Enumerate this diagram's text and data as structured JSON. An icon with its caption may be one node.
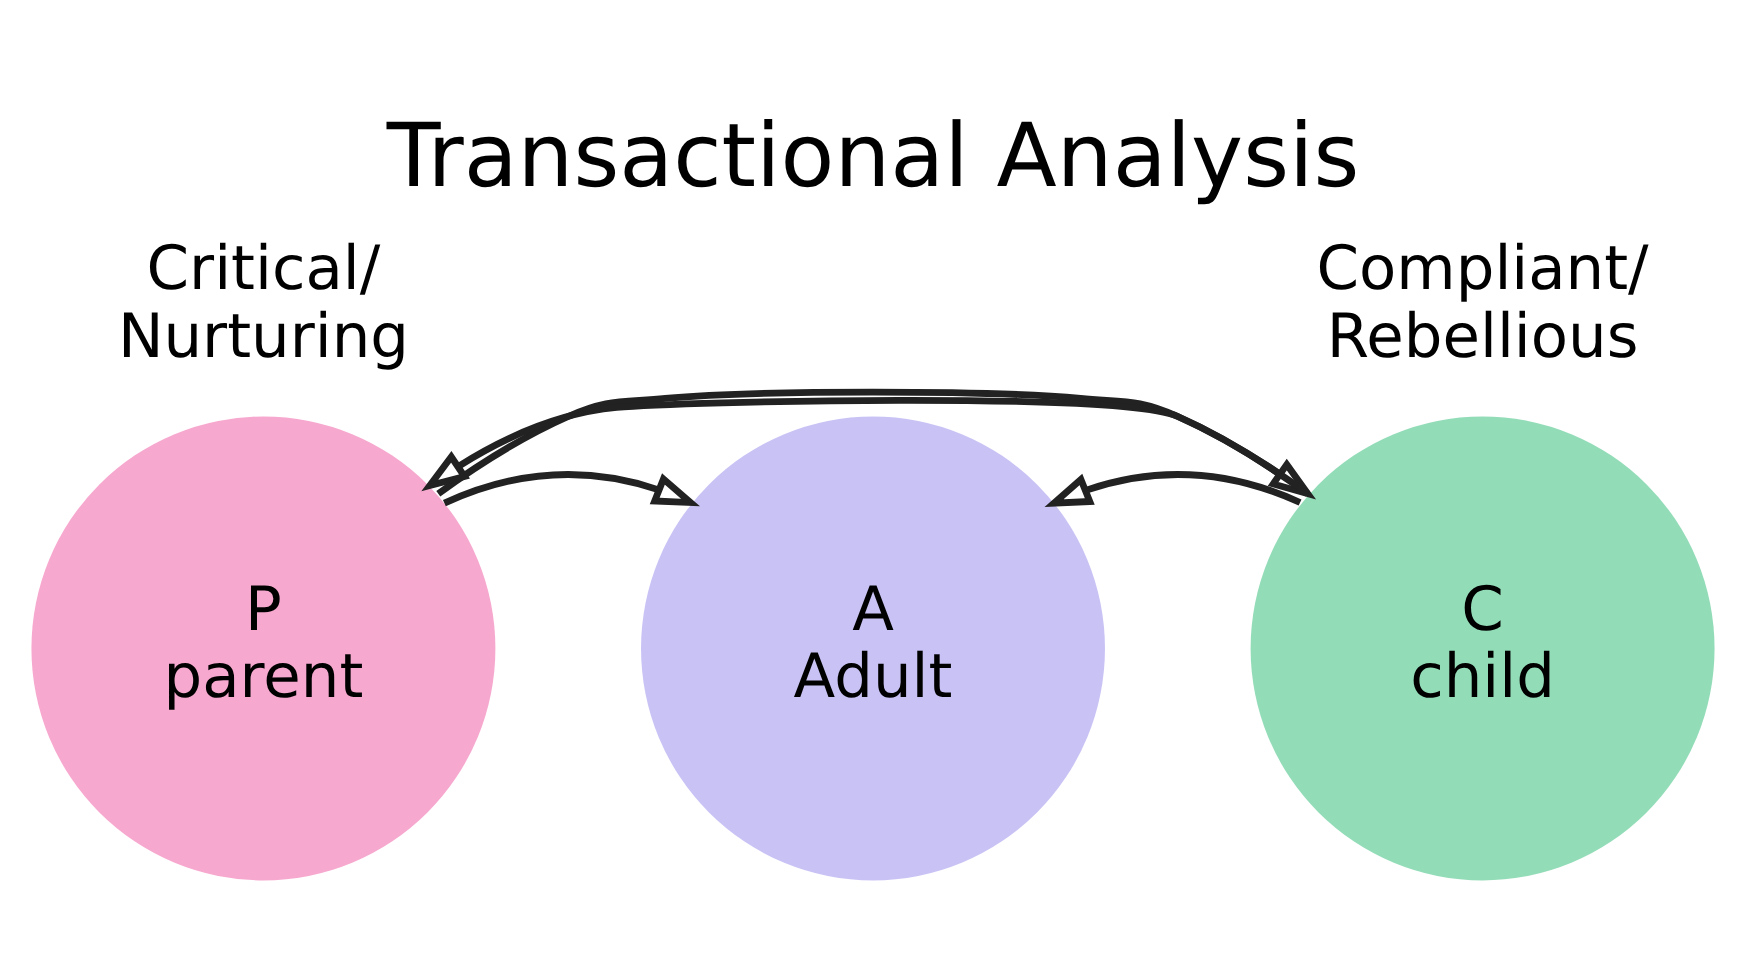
{
  "diagram": {
    "title": "Transactional Analysis",
    "nodes": [
      {
        "text": [
          "P",
          "parent"
        ],
        "beside": [
          "Critical/ Nurturing"
        ]
      },
      {
        "text": [
          "A",
          "Adult"
        ]
      },
      {
        "text": [
          "C",
          "child"
        ],
        "beside": [
          "Compliant/ Rebellious"
        ]
      }
    ],
    "edges": [
      {
        "from": 2,
        "to": 0,
        "arrow": "to"
      },
      {
        "from": 0,
        "to": 1,
        "arrow": "to"
      },
      {
        "from": 2,
        "to": 1,
        "arrow": "to"
      },
      {
        "from": 0,
        "to": 2,
        "arrow": "to"
      }
    ]
  }
}
